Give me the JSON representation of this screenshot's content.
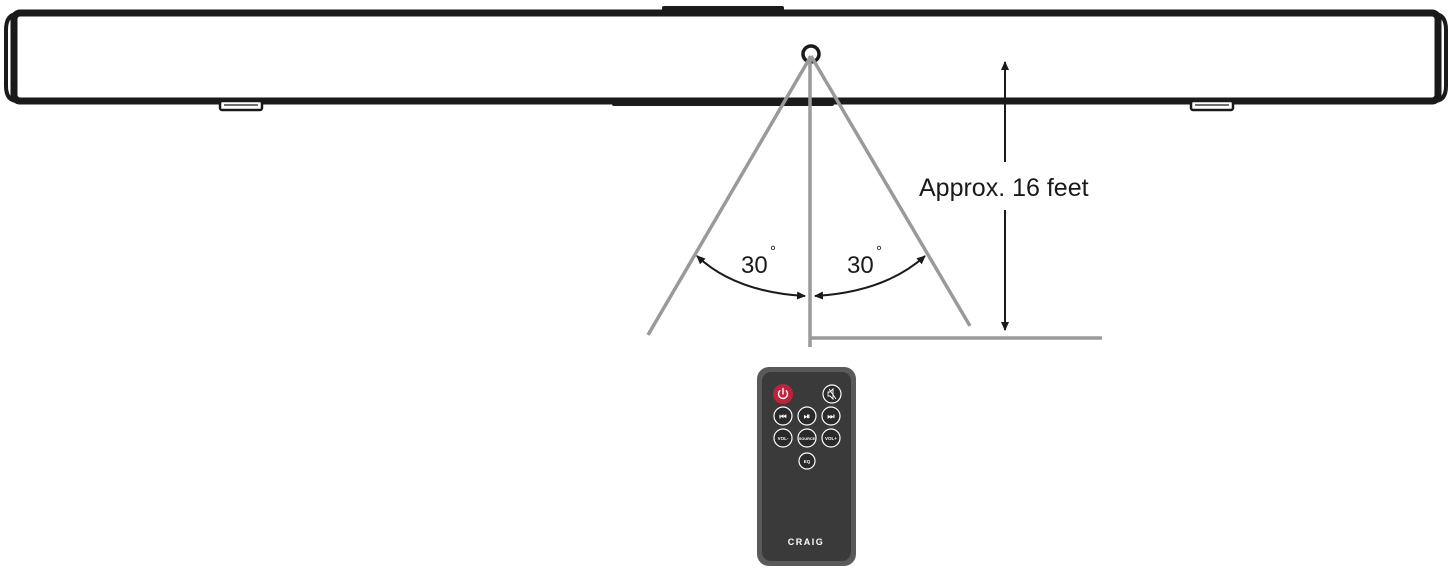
{
  "distance_label": "Approx. 16 feet",
  "angle_left": "30",
  "angle_right": "30",
  "degree_symbol": "°",
  "remote": {
    "brand": "CRAIG",
    "buttons": {
      "power": "power-icon",
      "mute": "mute-icon",
      "prev": "⏮",
      "play_pause": "⏯",
      "next": "⏭",
      "vol_down": "VOL-",
      "source": "SOURCE",
      "vol_up": "VOL+",
      "eq": "EQ"
    }
  },
  "colors": {
    "soundbar_outline": "#1a1a1a",
    "guide_lines": "#9a9a9a",
    "arrows": "#1a1a1a",
    "remote_body": "#3a3a3a",
    "remote_border": "#5a5a5a",
    "power_button": "#c0223b"
  }
}
